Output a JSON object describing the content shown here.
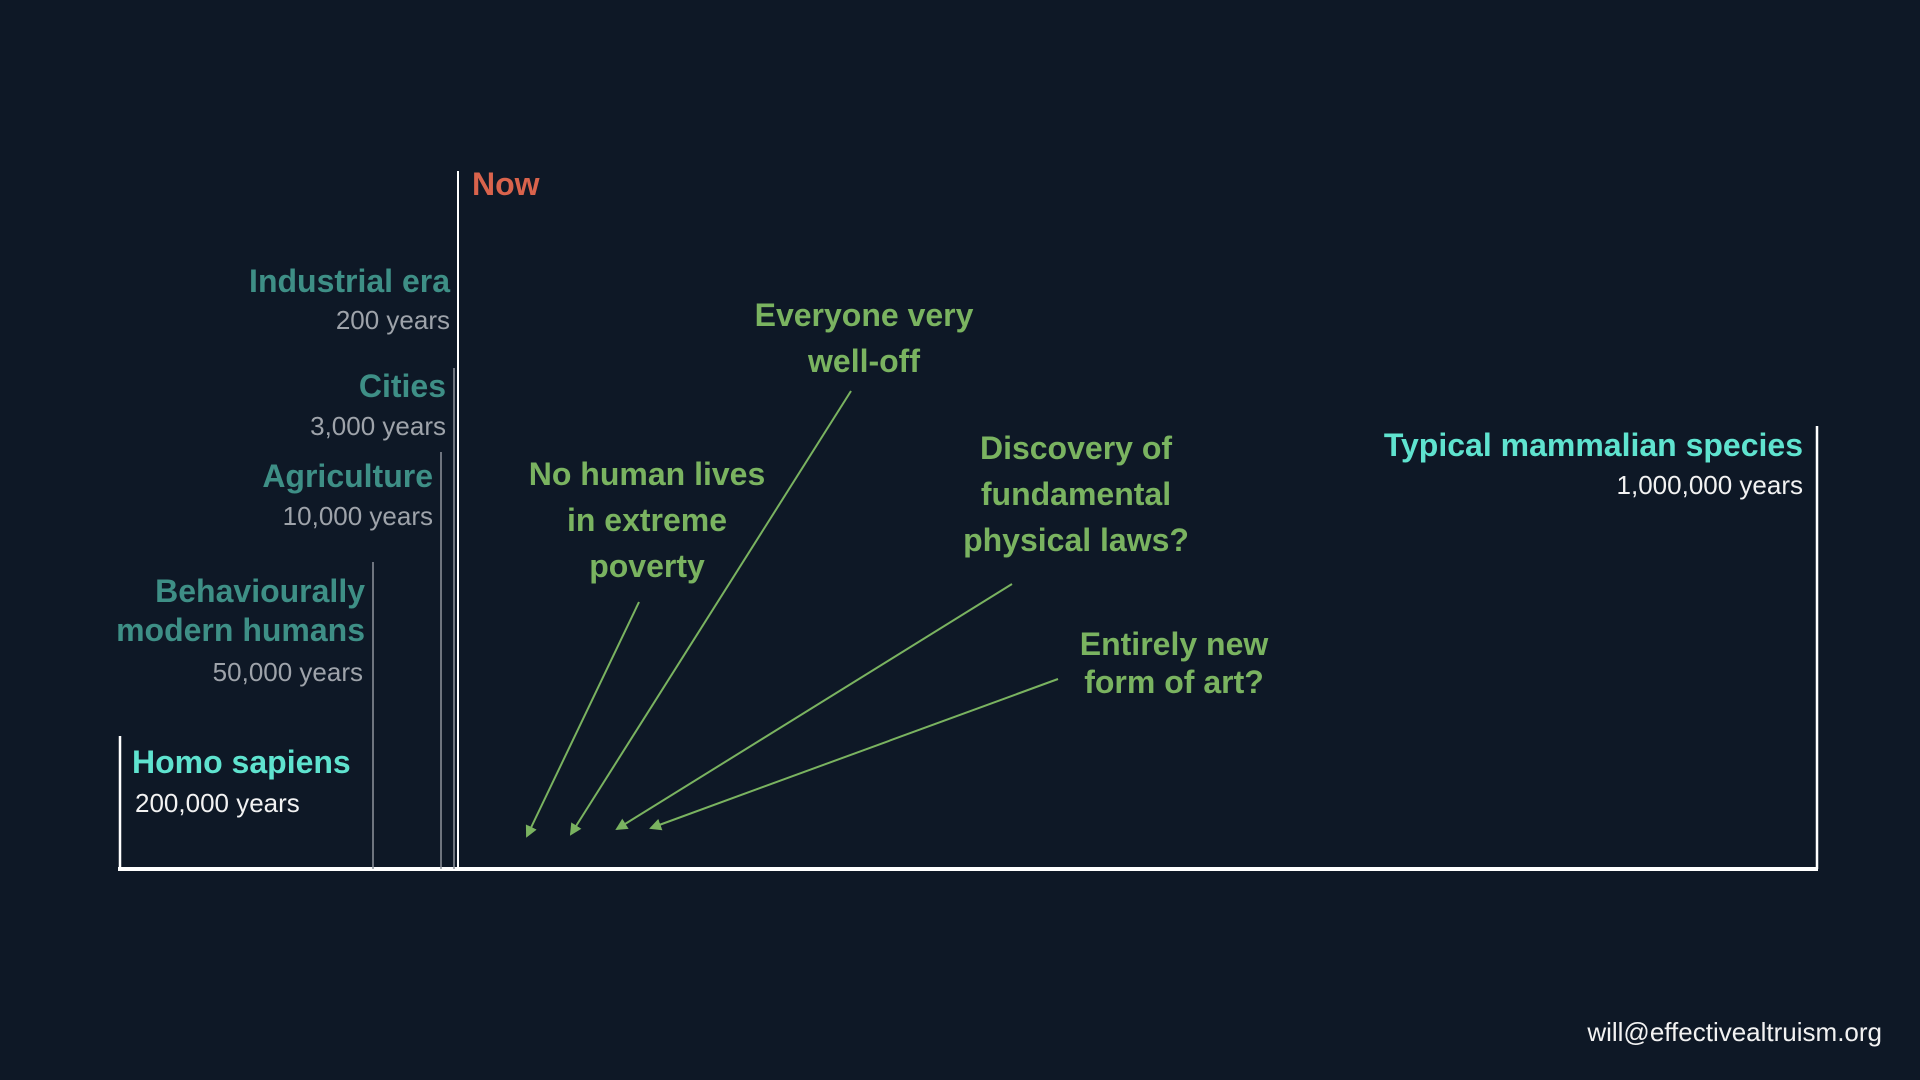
{
  "now_label": "Now",
  "eras": [
    {
      "name": "Industrial era",
      "years": "200 years"
    },
    {
      "name": "Cities",
      "years": "3,000 years"
    },
    {
      "name": "Agriculture",
      "years": "10,000 years"
    },
    {
      "name": "Behaviourally modern humans",
      "name_lines": [
        "Behaviourally",
        "modern humans"
      ],
      "years": "50,000 years"
    },
    {
      "name": "Homo sapiens",
      "years": "200,000 years"
    },
    {
      "name": "Typical mammalian species",
      "years": "1,000,000 years"
    }
  ],
  "possibilities": [
    {
      "text": "No human lives in extreme poverty",
      "lines": [
        "No human lives",
        "in extreme",
        "poverty"
      ]
    },
    {
      "text": "Everyone very well-off",
      "lines": [
        "Everyone very",
        "well-off"
      ]
    },
    {
      "text": "Discovery of fundamental physical laws?",
      "lines": [
        "Discovery of",
        "fundamental",
        "physical laws?"
      ]
    },
    {
      "text": "Entirely new form of art?",
      "lines": [
        "Entirely new",
        "form of art?"
      ]
    }
  ],
  "footer_email": "will@effectivealtruism.org",
  "colors": {
    "background": "#0e1826",
    "era_name": "#3e8f86",
    "era_years": "#9ea3aa",
    "highlight_name": "#5fe3cf",
    "possibility": "#7ab360",
    "now": "#d9634c",
    "baseline": "#ffffff"
  }
}
